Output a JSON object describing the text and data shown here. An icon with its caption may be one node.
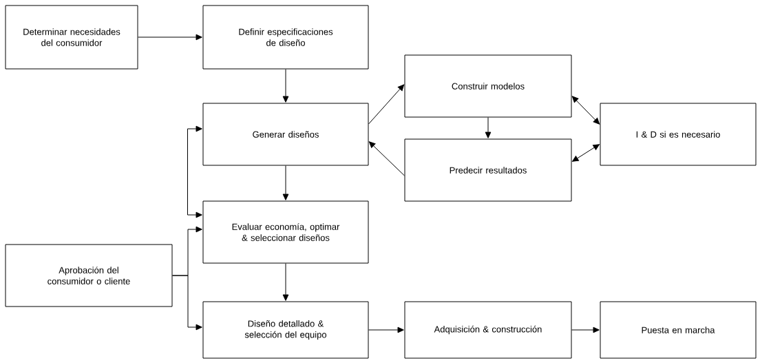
{
  "diagram": {
    "nodes": [
      {
        "text": [
          "Determinar necesidades del consumidor"
        ]
      },
      {
        "text": [
          "Definir especificaciones de diseño"
        ]
      },
      {
        "text": [
          "Construir modelos"
        ]
      },
      {
        "text": [
          "Generar diseños"
        ]
      },
      {
        "text": [
          "I & D si es necesario"
        ]
      },
      {
        "text": [
          "Predecir resultados"
        ]
      },
      {
        "text": [
          "Evaluar economía, optimar & seleccionar diseños"
        ]
      },
      {
        "text": [
          "Aprobación del consumidor o cliente"
        ]
      },
      {
        "text": [
          "Diseño detallado & selección del equipo"
        ]
      },
      {
        "text": [
          "Adquisición & construcción"
        ]
      },
      {
        "text": [
          "Puesta en marcha"
        ]
      }
    ],
    "edges": [
      {
        "from": 0,
        "to": 1,
        "arrow": "to"
      },
      {
        "from": 1,
        "to": 3,
        "arrow": "to"
      },
      {
        "from": 3,
        "to": 2,
        "arrow": "to"
      },
      {
        "from": 5,
        "to": 3,
        "arrow": "to"
      },
      {
        "from": 2,
        "to": 5,
        "arrow": "to"
      },
      {
        "from": 2,
        "to": 4,
        "arrow": "both"
      },
      {
        "from": 5,
        "to": 4,
        "arrow": "both"
      },
      {
        "from": 3,
        "to": 6,
        "arrow": "to"
      },
      {
        "from": 3,
        "to": 6,
        "arrow": "both"
      },
      {
        "from": 7,
        "to": 6,
        "arrow": "to"
      },
      {
        "from": 7,
        "to": 8,
        "arrow": "to"
      },
      {
        "from": 6,
        "to": 8,
        "arrow": "to"
      },
      {
        "from": 8,
        "to": 9,
        "arrow": "to"
      },
      {
        "from": 9,
        "to": 10,
        "arrow": "to"
      }
    ]
  }
}
